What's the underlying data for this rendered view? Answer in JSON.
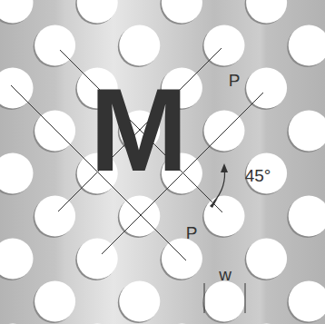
{
  "diagram": {
    "labels": [
      "M",
      "P",
      "P",
      "45°",
      "w"
    ]
  }
}
